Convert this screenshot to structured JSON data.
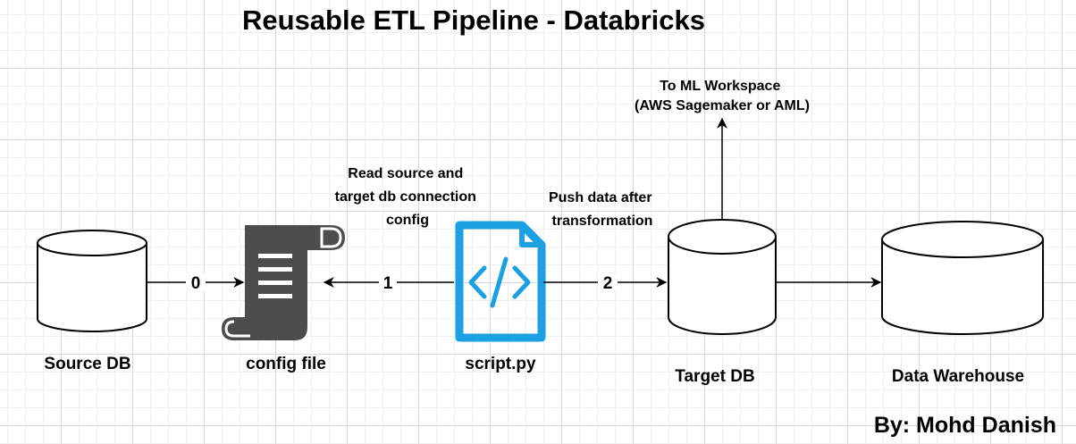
{
  "title": "Reusable ETL Pipeline - Databricks",
  "author": "By: Mohd Danish",
  "nodes": {
    "source_db": "Source DB",
    "config_file": "config file",
    "script": "script.py",
    "target_db": "Target DB",
    "data_warehouse": "Data Warehouse"
  },
  "edges": {
    "e0": {
      "number": "0"
    },
    "e1": {
      "number": "1",
      "label_lines": [
        "Read source and",
        "target db connection",
        "config"
      ]
    },
    "e2": {
      "number": "2",
      "label_lines": [
        "Push data after",
        "transformation"
      ]
    },
    "ml": {
      "label_lines": [
        "To ML Workspace",
        "(AWS Sagemaker or AML)"
      ]
    }
  },
  "colors": {
    "line": "#000000",
    "scroll": "#4d4d4d",
    "code_icon": "#1ba1e2"
  },
  "icons": {
    "config": "scroll-icon",
    "script": "code-file-icon"
  }
}
